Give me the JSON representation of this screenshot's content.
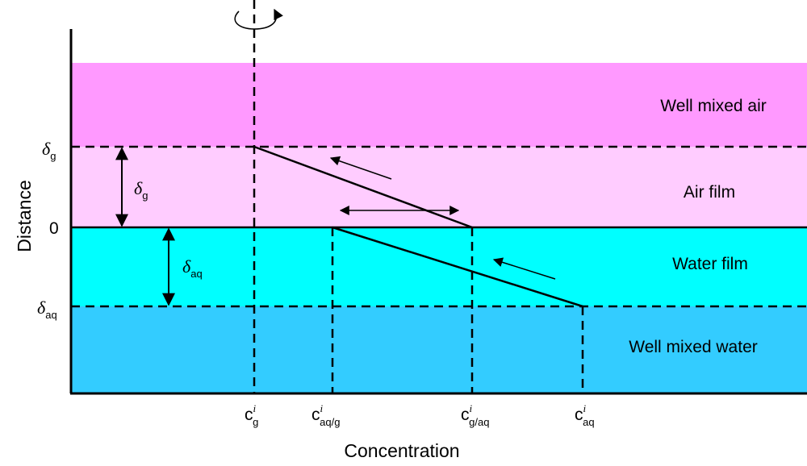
{
  "layers": {
    "air": {
      "label": "Well mixed air",
      "color": "#FF99FF"
    },
    "air_film": {
      "label": "Air film",
      "color": "#FFCCFF"
    },
    "water_film": {
      "label": "Water film",
      "color": "#00FFFF"
    },
    "water": {
      "label": "Well mixed water",
      "color": "#33CCFF"
    }
  },
  "axes": {
    "y_title": "Distance",
    "x_title": "Concentration"
  },
  "y_ticks": {
    "delta_g": {
      "symbol": "δ",
      "sub": "g"
    },
    "zero": "0",
    "delta_aq": {
      "symbol": "δ",
      "sub": "aq"
    }
  },
  "thickness_labels": {
    "gas": {
      "symbol": "δ",
      "sub": "g"
    },
    "aq": {
      "symbol": "δ",
      "sub": "aq"
    }
  },
  "concentrations": [
    {
      "base": "c",
      "sup": "i",
      "sub": "g"
    },
    {
      "base": "c",
      "sup": "i",
      "sub": "aq/g"
    },
    {
      "base": "c",
      "sup": "i",
      "sub": "g/aq"
    },
    {
      "base": "c",
      "sup": "i",
      "sub": "aq"
    }
  ]
}
